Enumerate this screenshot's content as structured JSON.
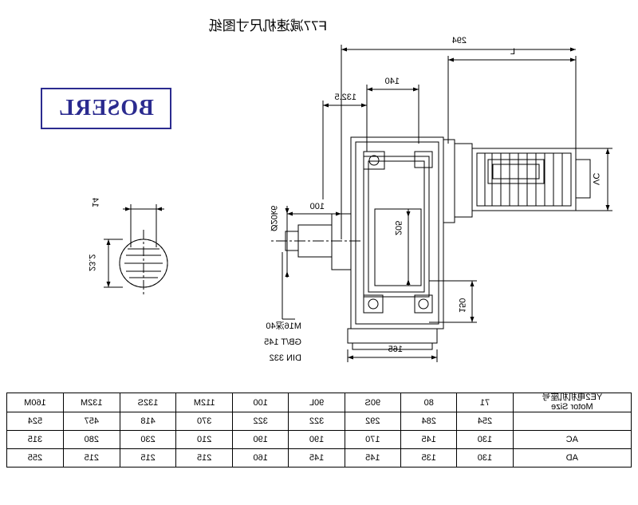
{
  "drawing": {
    "title": "F77减速机尺寸图纸",
    "brand": "BOSERL",
    "dimensions": {
      "L": "L",
      "d294": "294",
      "d140": "140",
      "d132_5": "132.5",
      "VC": "VC",
      "d100": "100",
      "d205": "205",
      "d150": "150",
      "d165": "165",
      "shaft_dia": "Ø20k6",
      "d14": "14",
      "d23_2": "23.2"
    },
    "notes": {
      "thread": "M16深40",
      "standard1": "GB/T 145",
      "standard2": "DIN 332"
    }
  },
  "table": {
    "row_labels": [
      "YE2电机机座号\nMotor Size",
      "AC",
      "AD"
    ],
    "header_label_line1": "YE2电机机座号",
    "header_label_line2": "Motor Size",
    "columns": [
      "71",
      "80",
      "90S",
      "90L",
      "100",
      "112M",
      "132S",
      "132M",
      "160M"
    ],
    "rows": [
      {
        "name": "",
        "values": [
          "254",
          "284",
          "292",
          "322",
          "322",
          "370",
          "418",
          "457",
          "524"
        ]
      },
      {
        "name": "AC",
        "values": [
          "130",
          "145",
          "170",
          "190",
          "190",
          "210",
          "230",
          "280",
          "315"
        ]
      },
      {
        "name": "AD",
        "values": [
          "130",
          "135",
          "145",
          "145",
          "160",
          "215",
          "215",
          "215",
          "255"
        ]
      }
    ]
  }
}
